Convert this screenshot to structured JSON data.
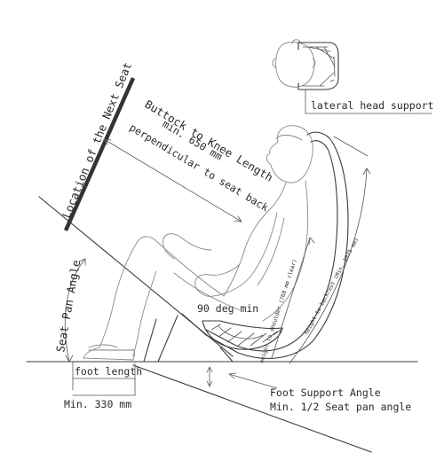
{
  "labels": {
    "next_seat": "Location of the Next Seat",
    "buttock_knee": "Buttock to Knee Length",
    "min_650": "min. 650 mm",
    "perpendicular": "perpendicular to seat back",
    "lateral_head": "lateral head support",
    "height_backrest": "height to backrest (Min. 1075 mm)",
    "height_shoulder": "height to shoulder (768 mm clear)",
    "ninety": "90 deg min",
    "seat_pan_angle": "Seat Pan Angle",
    "foot_length": "foot length",
    "min_330": "Min. 330 mm",
    "foot_support_angle": "Foot Support Angle",
    "half_seat_pan": "Min. 1/2 Seat pan angle"
  }
}
